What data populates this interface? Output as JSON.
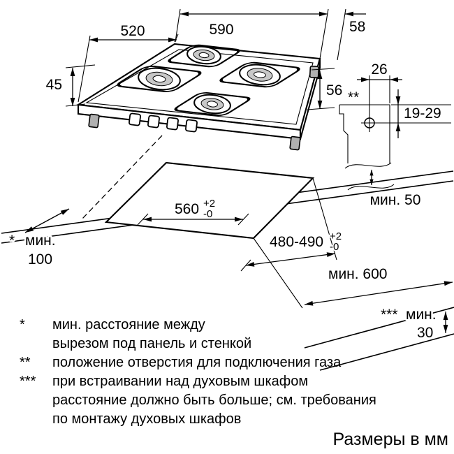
{
  "hob": {
    "dim_520": "520",
    "dim_590": "590",
    "dim_58": "58",
    "dim_45": "45",
    "dim_56": "56",
    "gas_marker": "**"
  },
  "profile": {
    "dim_26": "26",
    "dim_19_29": "19-29",
    "min_50": "мин. 50"
  },
  "cutout": {
    "width_value": "560",
    "width_tol_plus": "+2",
    "width_tol_minus": "-0",
    "depth_value": "480-490",
    "depth_tol_plus": "+2",
    "depth_tol_minus": "-0"
  },
  "worktop": {
    "min_600": "мин. 600",
    "min_100_marker": "*",
    "min_100_label": "мин.",
    "min_100_value": "100",
    "min_30_marker": "***",
    "min_30_label": "мин.",
    "min_30_value": "30"
  },
  "footnotes": [
    {
      "marker": "*",
      "lines": [
        "мин. расстояние между",
        "вырезом под панель и стенкой"
      ]
    },
    {
      "marker": "**",
      "lines": [
        "положение отверстия для подключения газа"
      ]
    },
    {
      "marker": "***",
      "lines": [
        "при встраивании над духовым шкафом",
        "расстояние должно быть больше; см. требования",
        "по монтажу духовых шкафов"
      ]
    }
  ],
  "units_label": "Размеры в мм"
}
